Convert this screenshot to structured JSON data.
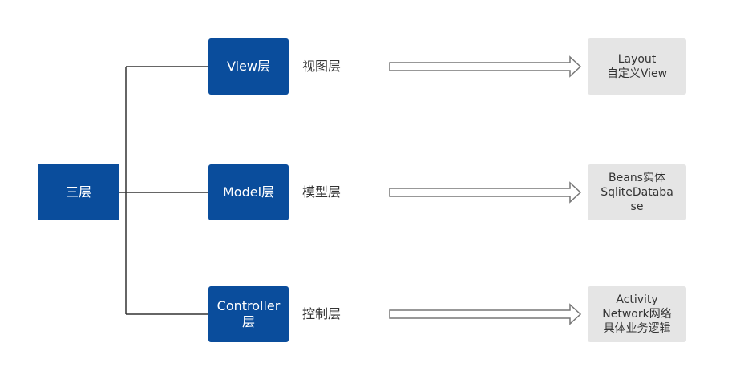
{
  "root": {
    "label": "三层"
  },
  "layers": [
    {
      "name": "View层",
      "label": "视图层",
      "detail": [
        "Layout",
        "自定义View"
      ]
    },
    {
      "name": "Model层",
      "label": "模型层",
      "detail": [
        "Beans实体",
        "SqliteDataba",
        "se"
      ]
    },
    {
      "name_lines": [
        "Controller",
        "层"
      ],
      "label": "控制层",
      "detail": [
        "Activity",
        "Network网络",
        "具体业务逻辑"
      ]
    }
  ],
  "colors": {
    "box_blue": "#0a4d9c",
    "box_grey": "#e5e5e5",
    "line": "#333333",
    "arrow_stroke": "#777777"
  }
}
